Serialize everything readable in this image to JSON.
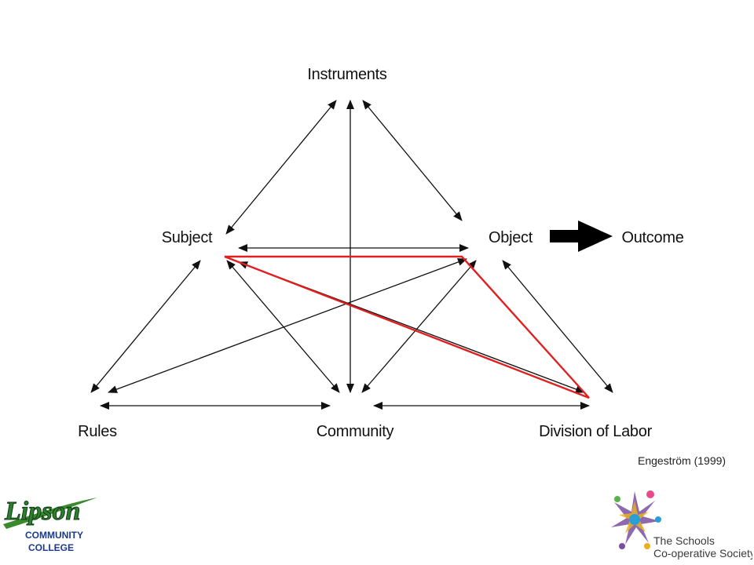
{
  "diagram": {
    "nodes": {
      "instruments": "Instruments",
      "subject": "Subject",
      "object": "Object",
      "outcome": "Outcome",
      "rules": "Rules",
      "community": "Community",
      "division": "Division of Labor"
    },
    "highlight_color": "#e02020",
    "line_color": "#111111"
  },
  "citation": "Engeström (1999)",
  "logos": {
    "lipson": {
      "name": "Lipson",
      "line1": "COMMUNITY",
      "line2": "COLLEGE"
    },
    "coop": {
      "line1": "The Schools",
      "line2": "Co-operative Society"
    }
  }
}
